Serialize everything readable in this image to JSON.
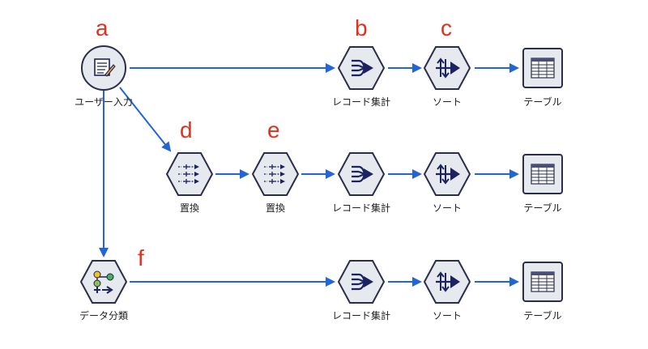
{
  "nodes": {
    "user_input": {
      "label": "ユーザー入力",
      "icon": "user-input-icon"
    },
    "row1_aggregate": {
      "label": "レコード集計",
      "icon": "aggregate-icon"
    },
    "row1_sort": {
      "label": "ソート",
      "icon": "sort-icon"
    },
    "row1_table": {
      "label": "テーブル",
      "icon": "table-icon"
    },
    "replace1": {
      "label": "置換",
      "icon": "replace-icon"
    },
    "replace2": {
      "label": "置換",
      "icon": "replace-icon"
    },
    "row2_aggregate": {
      "label": "レコード集計",
      "icon": "aggregate-icon"
    },
    "row2_sort": {
      "label": "ソート",
      "icon": "sort-icon"
    },
    "row2_table": {
      "label": "テーブル",
      "icon": "table-icon"
    },
    "data_partition": {
      "label": "データ分類",
      "icon": "partition-icon"
    },
    "row3_aggregate": {
      "label": "レコード集計",
      "icon": "aggregate-icon"
    },
    "row3_sort": {
      "label": "ソート",
      "icon": "sort-icon"
    },
    "row3_table": {
      "label": "テーブル",
      "icon": "table-icon"
    }
  },
  "letters": {
    "a": "a",
    "b": "b",
    "c": "c",
    "d": "d",
    "e": "e",
    "f": "f"
  },
  "colors": {
    "edge": "#2266d6",
    "letter": "#e0301e",
    "node_fill": "#e6e9ee",
    "node_stroke": "#2a2e4a",
    "icon_navy": "#1d2260"
  }
}
